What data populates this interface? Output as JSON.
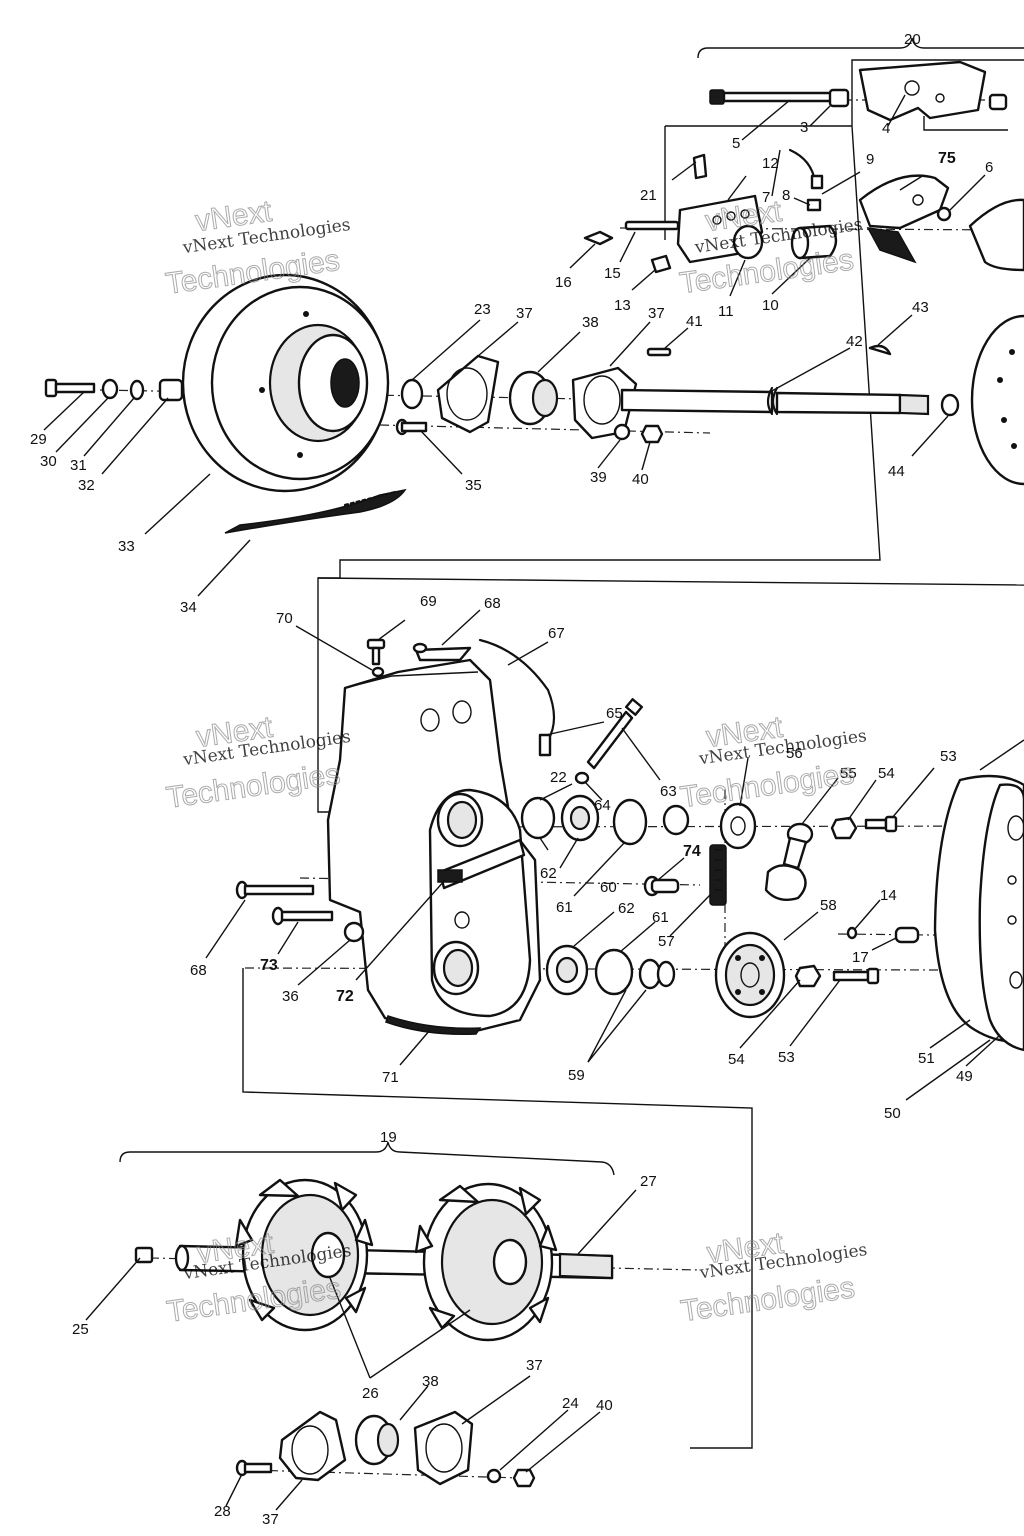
{
  "watermark": {
    "line1": "vNext Technologies",
    "line2": "vNext",
    "line3": "Technologies"
  },
  "callouts": [
    {
      "id": "c20",
      "text": "20"
    },
    {
      "id": "c3",
      "text": "3"
    },
    {
      "id": "c4",
      "text": "4"
    },
    {
      "id": "c5",
      "text": "5"
    },
    {
      "id": "c12",
      "text": "12"
    },
    {
      "id": "c9",
      "text": "9"
    },
    {
      "id": "c75",
      "text": "75"
    },
    {
      "id": "c6",
      "text": "6"
    },
    {
      "id": "c21",
      "text": "21"
    },
    {
      "id": "c7",
      "text": "7"
    },
    {
      "id": "c8",
      "text": "8"
    },
    {
      "id": "c16",
      "text": "16"
    },
    {
      "id": "c15",
      "text": "15"
    },
    {
      "id": "c13",
      "text": "13"
    },
    {
      "id": "c11",
      "text": "11"
    },
    {
      "id": "c10",
      "text": "10"
    },
    {
      "id": "c23",
      "text": "23"
    },
    {
      "id": "c37a",
      "text": "37"
    },
    {
      "id": "c38a",
      "text": "38"
    },
    {
      "id": "c37b",
      "text": "37"
    },
    {
      "id": "c41",
      "text": "41"
    },
    {
      "id": "c43",
      "text": "43"
    },
    {
      "id": "c42",
      "text": "42"
    },
    {
      "id": "c29",
      "text": "29"
    },
    {
      "id": "c30",
      "text": "30"
    },
    {
      "id": "c31",
      "text": "31"
    },
    {
      "id": "c32",
      "text": "32"
    },
    {
      "id": "c35",
      "text": "35"
    },
    {
      "id": "c39",
      "text": "39"
    },
    {
      "id": "c40a",
      "text": "40"
    },
    {
      "id": "c44",
      "text": "44"
    },
    {
      "id": "c33",
      "text": "33"
    },
    {
      "id": "c34",
      "text": "34"
    },
    {
      "id": "c69",
      "text": "69"
    },
    {
      "id": "c68a",
      "text": "68"
    },
    {
      "id": "c70",
      "text": "70"
    },
    {
      "id": "c67",
      "text": "67"
    },
    {
      "id": "c65",
      "text": "65"
    },
    {
      "id": "c56",
      "text": "56"
    },
    {
      "id": "c55",
      "text": "55"
    },
    {
      "id": "c54a",
      "text": "54"
    },
    {
      "id": "c53a",
      "text": "53"
    },
    {
      "id": "c22",
      "text": "22"
    },
    {
      "id": "c64",
      "text": "64"
    },
    {
      "id": "c63",
      "text": "63"
    },
    {
      "id": "c62a",
      "text": "62"
    },
    {
      "id": "c74",
      "text": "74"
    },
    {
      "id": "c60",
      "text": "60"
    },
    {
      "id": "c61a",
      "text": "61"
    },
    {
      "id": "c58",
      "text": "58"
    },
    {
      "id": "c14",
      "text": "14"
    },
    {
      "id": "c17",
      "text": "17"
    },
    {
      "id": "c62b",
      "text": "62"
    },
    {
      "id": "c61b",
      "text": "61"
    },
    {
      "id": "c68b",
      "text": "68"
    },
    {
      "id": "c73",
      "text": "73"
    },
    {
      "id": "c36",
      "text": "36"
    },
    {
      "id": "c72",
      "text": "72"
    },
    {
      "id": "c57",
      "text": "57"
    },
    {
      "id": "c71",
      "text": "71"
    },
    {
      "id": "c59",
      "text": "59"
    },
    {
      "id": "c54b",
      "text": "54"
    },
    {
      "id": "c53b",
      "text": "53"
    },
    {
      "id": "c51",
      "text": "51"
    },
    {
      "id": "c49",
      "text": "49"
    },
    {
      "id": "c50",
      "text": "50"
    },
    {
      "id": "c19",
      "text": "19"
    },
    {
      "id": "c27",
      "text": "27"
    },
    {
      "id": "c25",
      "text": "25"
    },
    {
      "id": "c26",
      "text": "26"
    },
    {
      "id": "c38b",
      "text": "38"
    },
    {
      "id": "c37c",
      "text": "37"
    },
    {
      "id": "c24",
      "text": "24"
    },
    {
      "id": "c40b",
      "text": "40"
    },
    {
      "id": "c28",
      "text": "28"
    },
    {
      "id": "c37d",
      "text": "37"
    }
  ]
}
